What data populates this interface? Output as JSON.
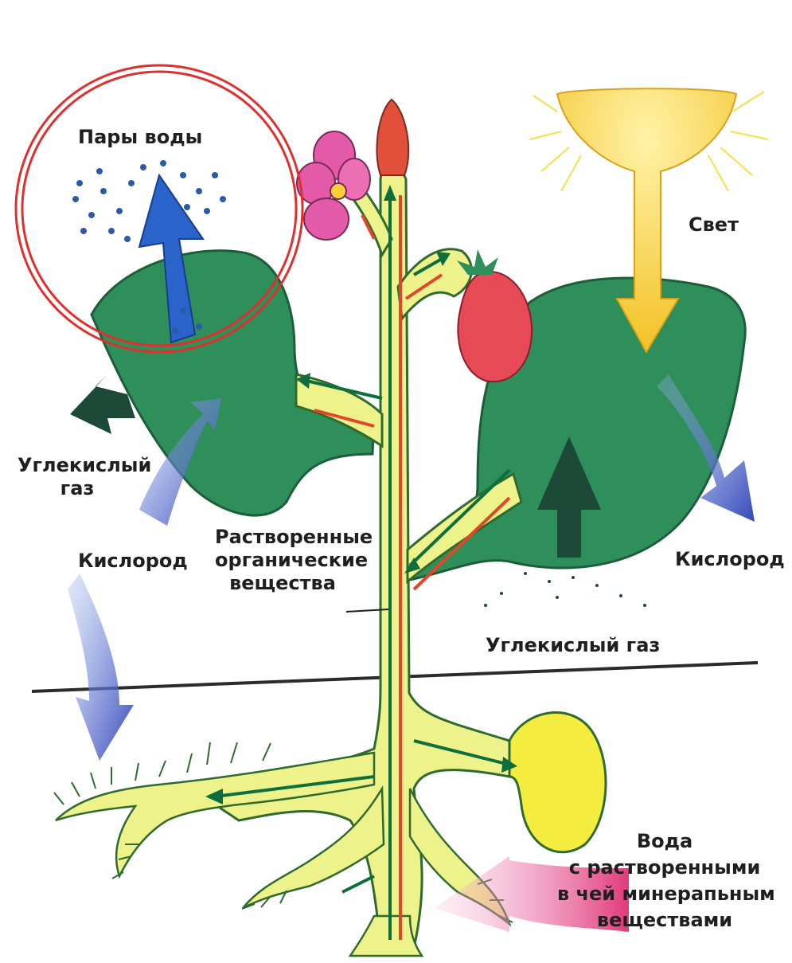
{
  "labels": {
    "water_vapor": "Пары воды",
    "light": "Свет",
    "co2_left_line1": "Углекислый",
    "co2_left_line2": "газ",
    "oxygen_left": "Кислород",
    "organics_line1": "Растворенные",
    "organics_line2": "органические",
    "organics_line3": "вещества",
    "oxygen_right": "Кислород",
    "co2_right": "Углекислый газ",
    "water_line1": "Вода",
    "water_line2": "с растворенными",
    "water_line3": "в чей минерапьным",
    "water_line4": "веществами"
  },
  "colors": {
    "leaf": "#2f8f5a",
    "stem": "#eef28a",
    "arrow_green": "#0e6f3c",
    "arrow_red": "#e0462a",
    "vapor_arrow": "#2a63c9",
    "oxygen": "#3547b8",
    "co2": "#1d4a38",
    "light": "#f3c125",
    "flower": "#e35aa8",
    "fruit": "#e64a57",
    "mineral": "#e13a7a",
    "highlight_ring": "#e0302e",
    "ground_line": "#2b2b2b"
  }
}
